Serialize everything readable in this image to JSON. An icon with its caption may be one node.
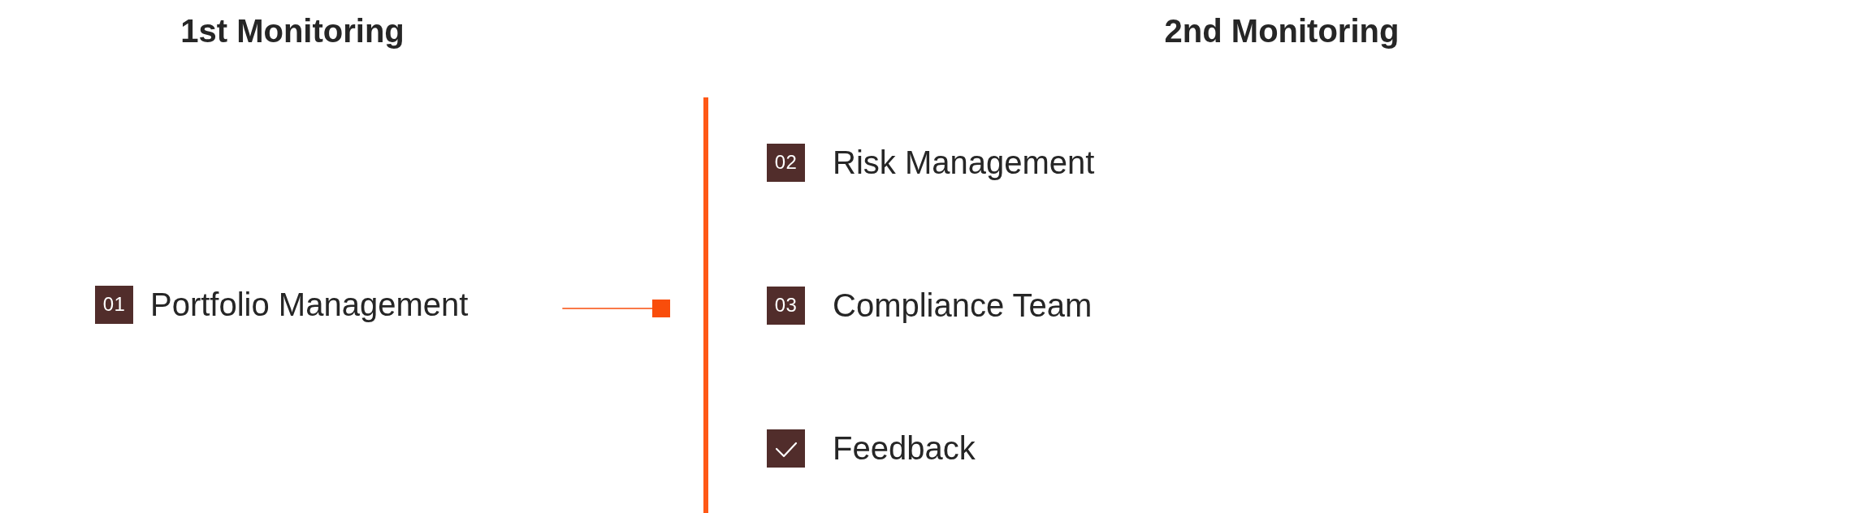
{
  "diagram": {
    "nodes": [
      {
        "text": [
          "01"
        ],
        "beside": [
          "Portfolio Management"
        ]
      },
      {
        "text": [],
        "shape": "bar"
      },
      {
        "text": [
          "02"
        ],
        "beside": [
          "Risk Management"
        ]
      },
      {
        "text": [
          "03"
        ],
        "beside": [
          "Compliance Team"
        ]
      },
      {
        "text": [],
        "shape": "box",
        "beside": [
          "Feedback"
        ]
      }
    ],
    "edges": [
      {
        "from": 0,
        "to": 1,
        "arrow": "other"
      }
    ],
    "labels": [
      "1st Monitoring",
      "2nd Monitoring"
    ]
  }
}
